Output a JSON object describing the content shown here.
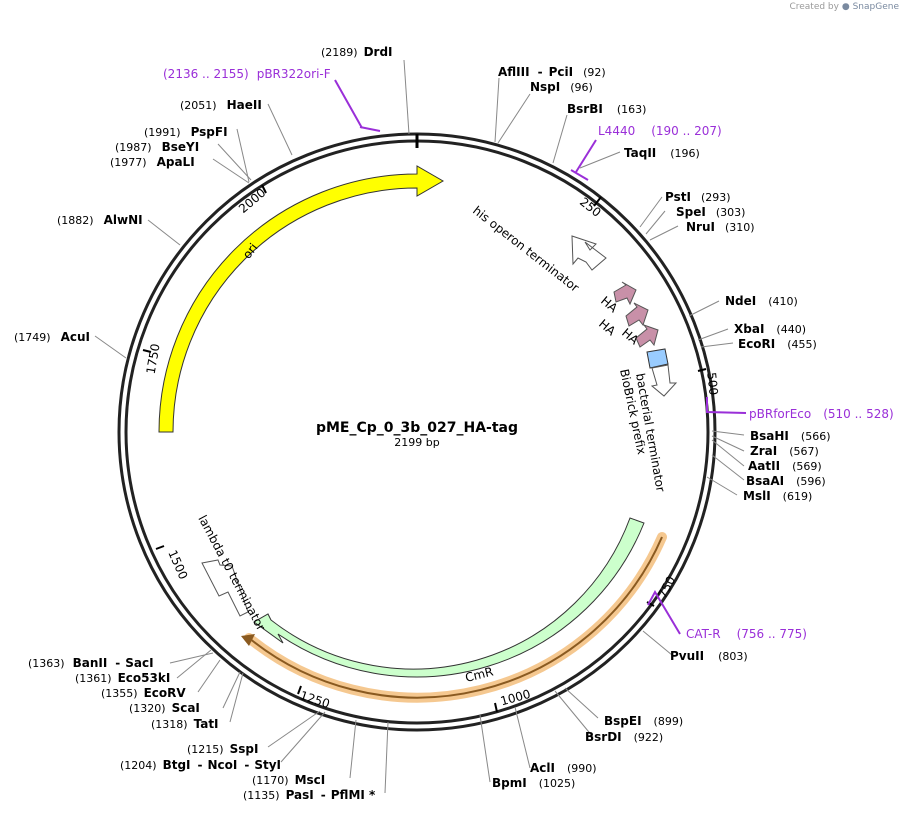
{
  "credit": {
    "prefix": "Created by",
    "brand": "SnapGene"
  },
  "plasmid": {
    "name": "pME_Cp_0_3b_027_HA-tag",
    "length_label": "2199 bp"
  },
  "tick_marks": [
    {
      "bp": 250,
      "label": "250"
    },
    {
      "bp": 500,
      "label": "500"
    },
    {
      "bp": 750,
      "label": "750"
    },
    {
      "bp": 1000,
      "label": "1000"
    },
    {
      "bp": 1250,
      "label": "1250"
    },
    {
      "bp": 1500,
      "label": "1500"
    },
    {
      "bp": 1750,
      "label": "1750"
    },
    {
      "bp": 2000,
      "label": "2000"
    }
  ],
  "enzymes": [
    {
      "pos": "(2189)",
      "name": "DrdI"
    },
    {
      "name": "AflIII",
      "sep": "-",
      "name2": "PciI",
      "pos": "(92)"
    },
    {
      "name": "NspI",
      "pos": "(96)"
    },
    {
      "name": "BsrBI",
      "pos": "(163)"
    },
    {
      "name": "TaqII",
      "pos": "(196)"
    },
    {
      "name": "PstI",
      "pos": "(293)"
    },
    {
      "name": "SpeI",
      "pos": "(303)"
    },
    {
      "name": "NruI",
      "pos": "(310)"
    },
    {
      "name": "NdeI",
      "pos": "(410)"
    },
    {
      "name": "XbaI",
      "pos": "(440)"
    },
    {
      "name": "EcoRI",
      "pos": "(455)"
    },
    {
      "name": "BsaHI",
      "pos": "(566)"
    },
    {
      "name": "ZraI",
      "pos": "(567)"
    },
    {
      "name": "AatII",
      "pos": "(569)"
    },
    {
      "name": "BsaAI",
      "pos": "(596)"
    },
    {
      "name": "MslI",
      "pos": "(619)"
    },
    {
      "name": "PvuII",
      "pos": "(803)"
    },
    {
      "name": "BspEI",
      "pos": "(899)"
    },
    {
      "name": "BsrDI",
      "pos": "(922)"
    },
    {
      "name": "AclI",
      "pos": "(990)"
    },
    {
      "name": "BpmI",
      "pos": "(1025)"
    },
    {
      "pos": "(1215)",
      "name": "SspI"
    },
    {
      "pos": "(1204)",
      "name": "BtgI",
      "sep": "-",
      "name2": "NcoI",
      "sep2": "-",
      "name3": "StyI"
    },
    {
      "pos": "(1170)",
      "name": "MscI"
    },
    {
      "pos": "(1135)",
      "name": "PasI",
      "sep": "-",
      "name2": "PflMI *"
    },
    {
      "pos": "(1363)",
      "name": "BanII",
      "sep": "-",
      "name2": "SacI"
    },
    {
      "pos": "(1361)",
      "name": "Eco53kI"
    },
    {
      "pos": "(1355)",
      "name": "EcoRV"
    },
    {
      "pos": "(1320)",
      "name": "ScaI"
    },
    {
      "pos": "(1318)",
      "name": "TatI"
    },
    {
      "pos": "(1749)",
      "name": "AcuI"
    },
    {
      "pos": "(1882)",
      "name": "AlwNI"
    },
    {
      "pos": "(1977)",
      "name": "ApaLI"
    },
    {
      "pos": "(1987)",
      "name": "BseYI"
    },
    {
      "pos": "(1991)",
      "name": "PspFI"
    },
    {
      "pos": "(2051)",
      "name": "HaeII"
    }
  ],
  "primers": [
    {
      "range": "(2136 .. 2155)",
      "name": "pBR322ori-F"
    },
    {
      "name": "L4440",
      "range": "(190 .. 207)"
    },
    {
      "name": "pBRforEco",
      "range": "(510 .. 528)"
    },
    {
      "name": "CAT-R",
      "range": "(756 .. 775)"
    }
  ],
  "features": {
    "ori": "ori",
    "cmr": "CmR",
    "his_term": "his operon terminator",
    "ha1": "HA",
    "ha2": "HA",
    "ha3": "HA",
    "biobrick": "BioBrick prefix",
    "bact_term": "bacterial terminator",
    "lambda_term": "lambda t0 terminator"
  },
  "colors": {
    "backbone": "#222222",
    "ori_fill": "#ffff00",
    "cmr_fill": "#ccffcc",
    "orf_fill": "#ffe4b5",
    "ha_fill": "#c890a8",
    "biobrick_fill": "#99ccff",
    "primer": "#9a2fd8"
  }
}
